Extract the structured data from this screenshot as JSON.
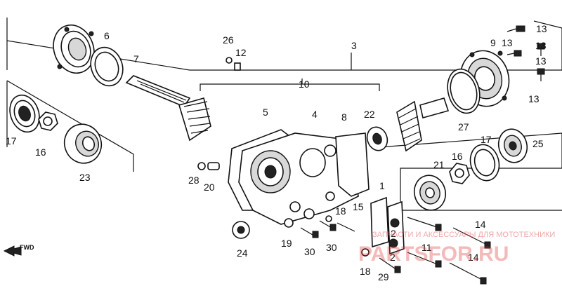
{
  "callouts": [
    {
      "id": "1",
      "label": "1"
    },
    {
      "id": "2a",
      "label": "2"
    },
    {
      "id": "2b",
      "label": "2"
    },
    {
      "id": "3",
      "label": "3"
    },
    {
      "id": "4",
      "label": "4"
    },
    {
      "id": "5",
      "label": "5"
    },
    {
      "id": "6",
      "label": "6"
    },
    {
      "id": "7",
      "label": "7"
    },
    {
      "id": "8",
      "label": "8"
    },
    {
      "id": "9",
      "label": "9"
    },
    {
      "id": "10",
      "label": "10"
    },
    {
      "id": "11",
      "label": "11"
    },
    {
      "id": "12",
      "label": "12"
    },
    {
      "id": "13a",
      "label": "13"
    },
    {
      "id": "13b",
      "label": "13"
    },
    {
      "id": "13c",
      "label": "13"
    },
    {
      "id": "13d",
      "label": "13"
    },
    {
      "id": "13e",
      "label": "13"
    },
    {
      "id": "14a",
      "label": "14"
    },
    {
      "id": "14b",
      "label": "14"
    },
    {
      "id": "15",
      "label": "15"
    },
    {
      "id": "16a",
      "label": "16"
    },
    {
      "id": "16b",
      "label": "16"
    },
    {
      "id": "17a",
      "label": "17"
    },
    {
      "id": "17b",
      "label": "17"
    },
    {
      "id": "18a",
      "label": "18"
    },
    {
      "id": "18b",
      "label": "18"
    },
    {
      "id": "19",
      "label": "19"
    },
    {
      "id": "20",
      "label": "20"
    },
    {
      "id": "21",
      "label": "21"
    },
    {
      "id": "22",
      "label": "22"
    },
    {
      "id": "23",
      "label": "23"
    },
    {
      "id": "24",
      "label": "24"
    },
    {
      "id": "25",
      "label": "25"
    },
    {
      "id": "26",
      "label": "26"
    },
    {
      "id": "27",
      "label": "27"
    },
    {
      "id": "28",
      "label": "28"
    },
    {
      "id": "29",
      "label": "29"
    },
    {
      "id": "30a",
      "label": "30"
    },
    {
      "id": "30b",
      "label": "30"
    }
  ],
  "direction_label": "FWD",
  "watermark": {
    "small": "ЗАПЧАСТИ И АКСЕССУАРЫ ДЛЯ МОТОТЕХНИКИ",
    "large": "PARTSFOR.RU"
  },
  "colors": {
    "ink": "#111111",
    "watermark": "#e23c3c",
    "background": "#ffffff"
  }
}
